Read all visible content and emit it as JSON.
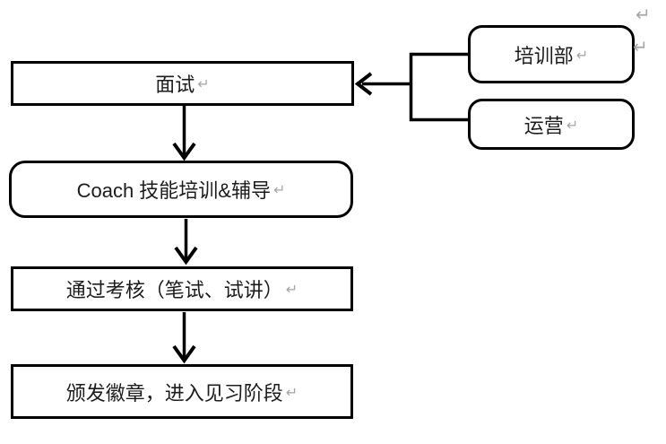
{
  "diagram": {
    "type": "flowchart",
    "colors": {
      "background": "#ffffff",
      "shape_border": "#000000",
      "text": "#1c1c1c",
      "return_mark": "#a6a6a6"
    },
    "nodes": {
      "interview": {
        "label": "面试",
        "mark": "↵",
        "shape": "rect"
      },
      "coach": {
        "label": "Coach 技能培训&辅导",
        "mark": "↵",
        "shape": "rounded"
      },
      "assessment": {
        "label": "通过考核（笔试、试讲）",
        "mark": "↵",
        "shape": "rect"
      },
      "badge": {
        "label": "颁发徽章，进入见习阶段",
        "mark": "↵",
        "shape": "rect"
      },
      "training_dept": {
        "label": "培训部",
        "mark": "↵",
        "shape": "rounded"
      },
      "operations": {
        "label": "运营",
        "mark": "↵",
        "shape": "rounded"
      }
    },
    "edges": [
      {
        "from": "interview",
        "to": "coach",
        "style": "arrow-down"
      },
      {
        "from": "coach",
        "to": "assessment",
        "style": "arrow-down"
      },
      {
        "from": "assessment",
        "to": "badge",
        "style": "arrow-down"
      },
      {
        "from": "training_dept",
        "to": "interview",
        "style": "bracket-arrow-left"
      },
      {
        "from": "operations",
        "to": "interview",
        "style": "bracket-arrow-left"
      }
    ],
    "stray_marks": {
      "top": "↵",
      "mid": "↵"
    }
  }
}
